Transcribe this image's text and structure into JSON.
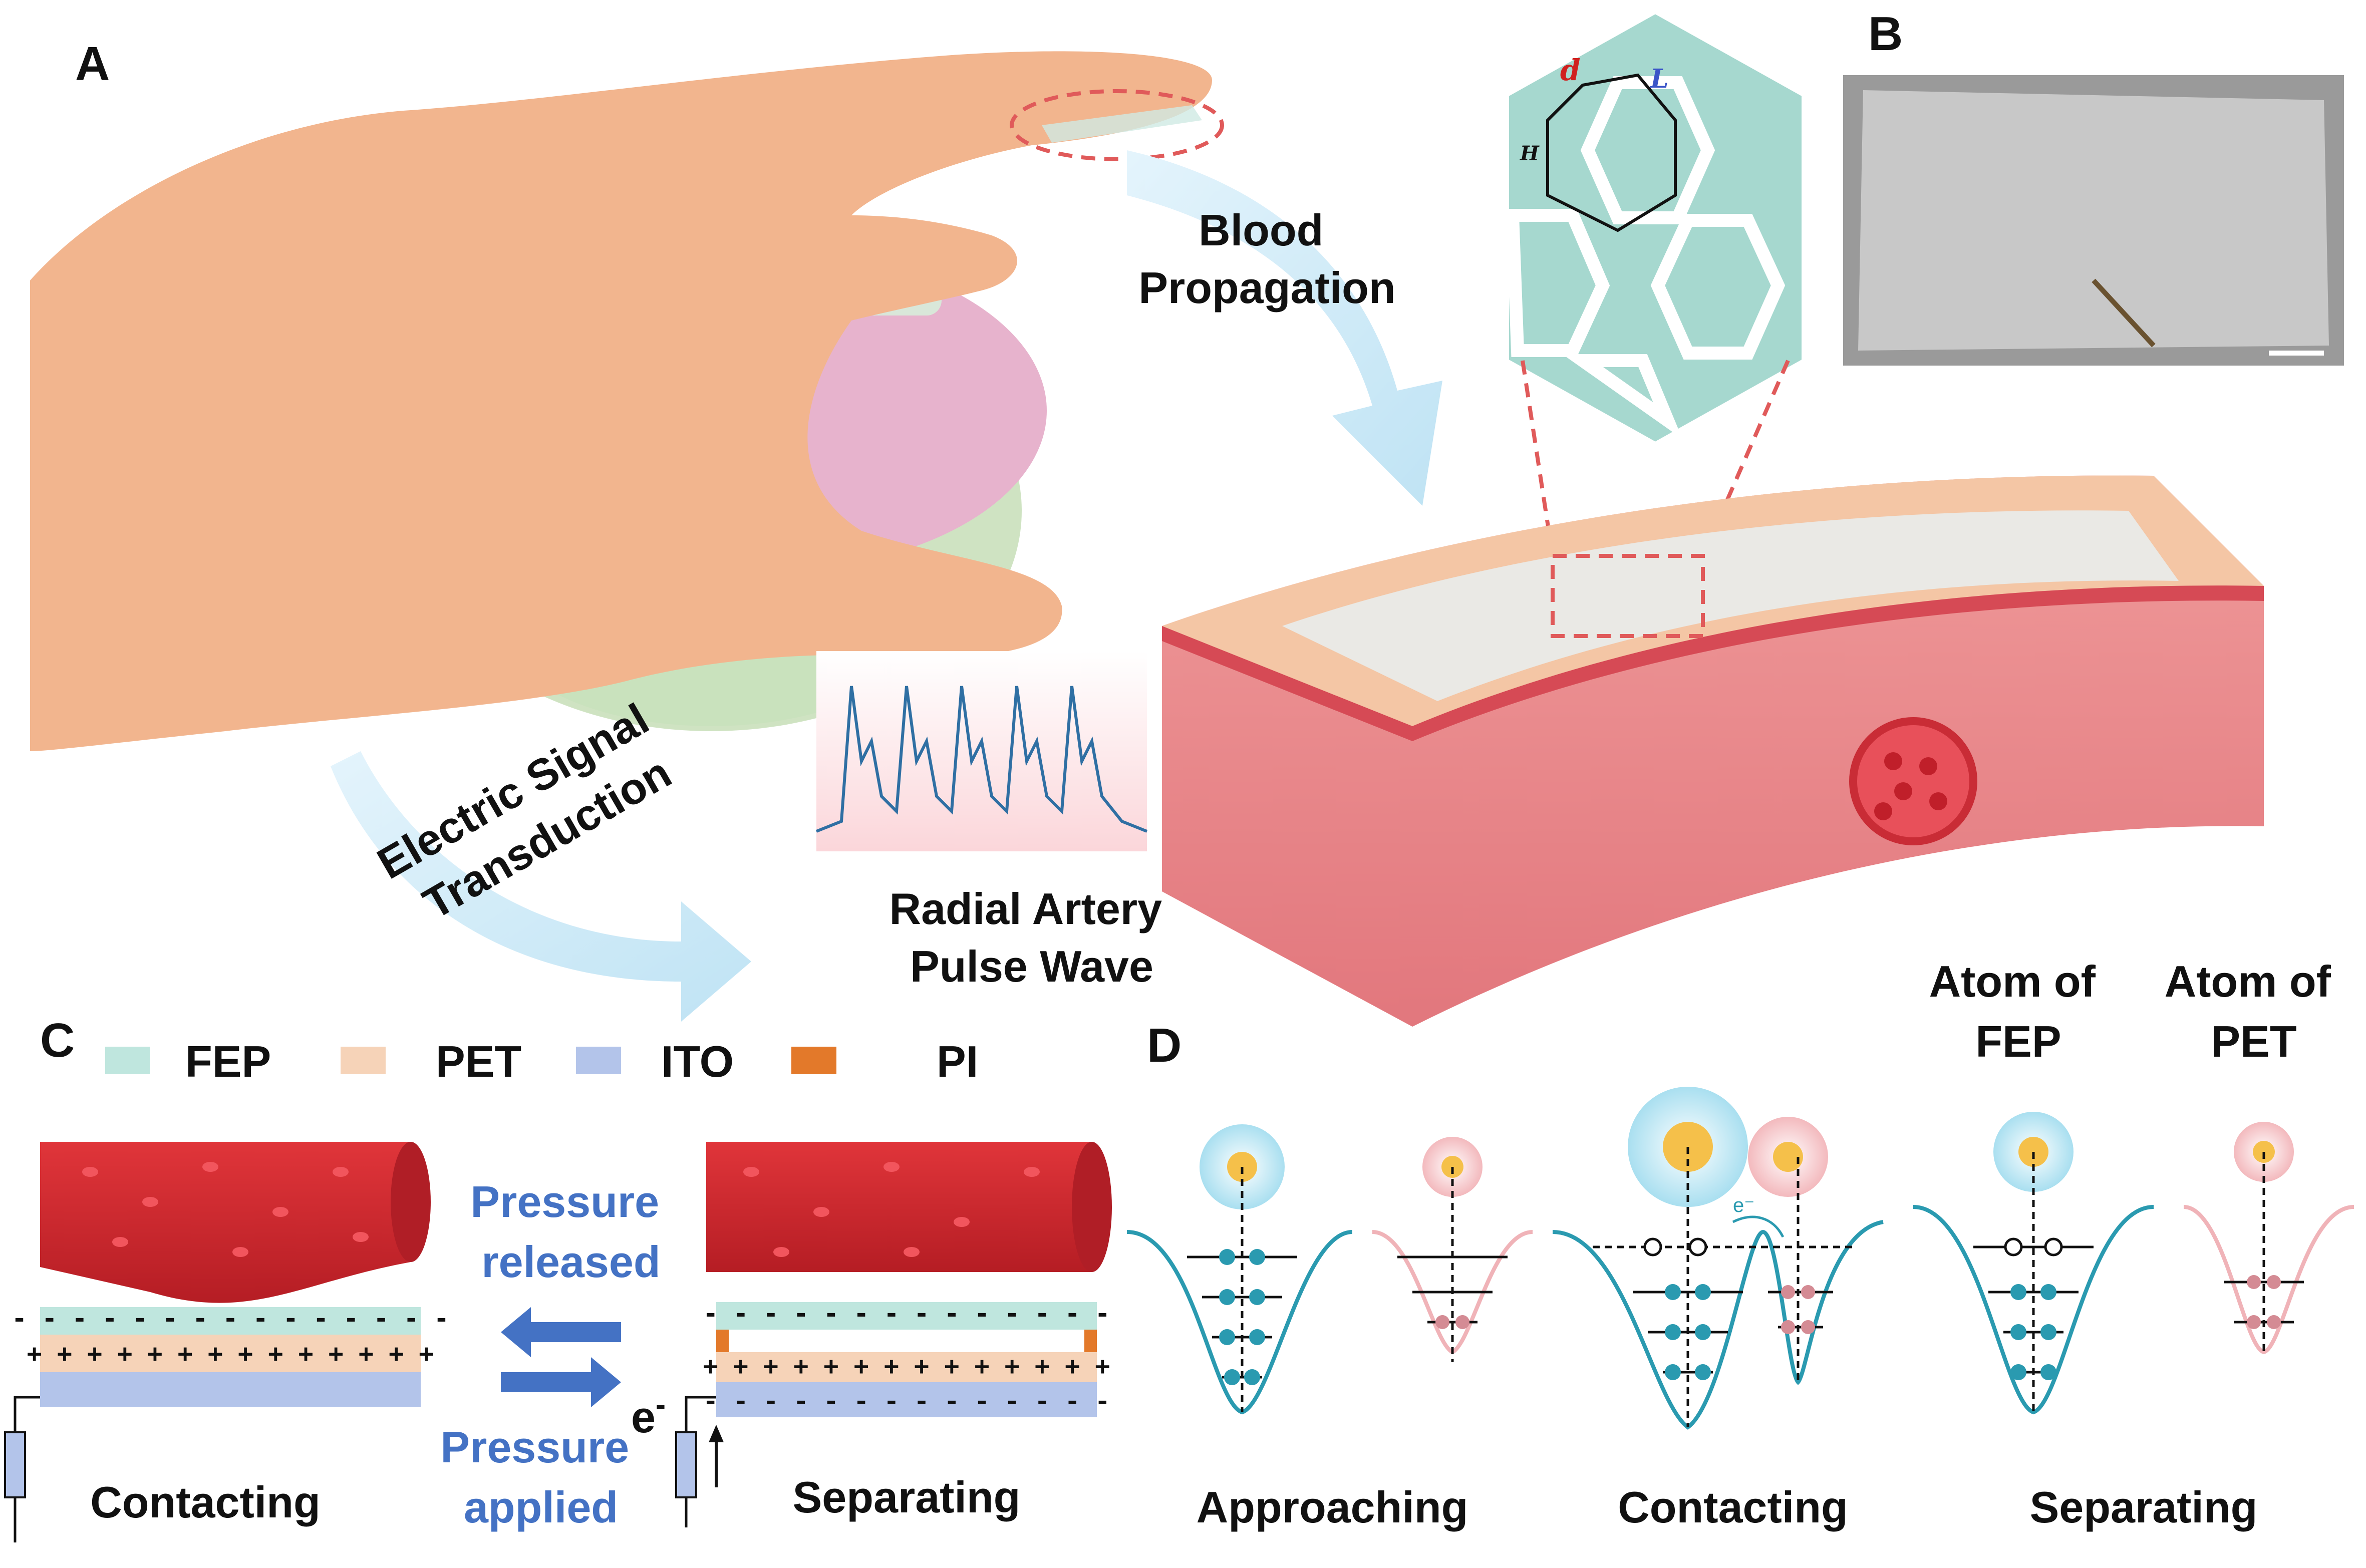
{
  "panels": {
    "a": "A",
    "b": "B",
    "c": "C",
    "d": "D"
  },
  "panel_a": {
    "blood_line1": "Blood",
    "blood_line2": "Propagation",
    "electric_line1": "Electric Signal",
    "electric_line2": "Transduction",
    "radial_line1": "Radial Artery",
    "radial_line2": "Pulse Wave",
    "hex_labels": {
      "d": "d",
      "L": "L",
      "H": "H"
    }
  },
  "panel_c": {
    "legend": [
      {
        "label": "FEP",
        "color": "#bfe6de"
      },
      {
        "label": "PET",
        "color": "#f6d3b8"
      },
      {
        "label": "ITO",
        "color": "#b3c4ea"
      },
      {
        "label": "PI",
        "color": "#e3792a"
      }
    ],
    "pressure_released_line1": "Pressure",
    "pressure_released_line2": "released",
    "pressure_applied_line1": "Pressure",
    "pressure_applied_line2": "applied",
    "electron": "e",
    "electron_sup": "-",
    "contacting": "Contacting",
    "separating": "Separating"
  },
  "panel_d": {
    "atom_fep_line1": "Atom of",
    "atom_fep_line2": "FEP",
    "atom_pet_line1": "Atom of",
    "atom_pet_line2": "PET",
    "electron_label": "e⁻",
    "approaching": "Approaching",
    "contacting": "Contacting",
    "separating": "Separating"
  },
  "colors": {
    "skin": "#f2b58e",
    "blood": "#d9232c",
    "fep": "#bfe6de",
    "pet": "#f6d3b8",
    "ito": "#b3c4ea",
    "pi": "#e3792a",
    "arrow_blue": "#4472c4",
    "well_teal": "#2a9ab0",
    "well_pink": "#f0b3b8"
  }
}
